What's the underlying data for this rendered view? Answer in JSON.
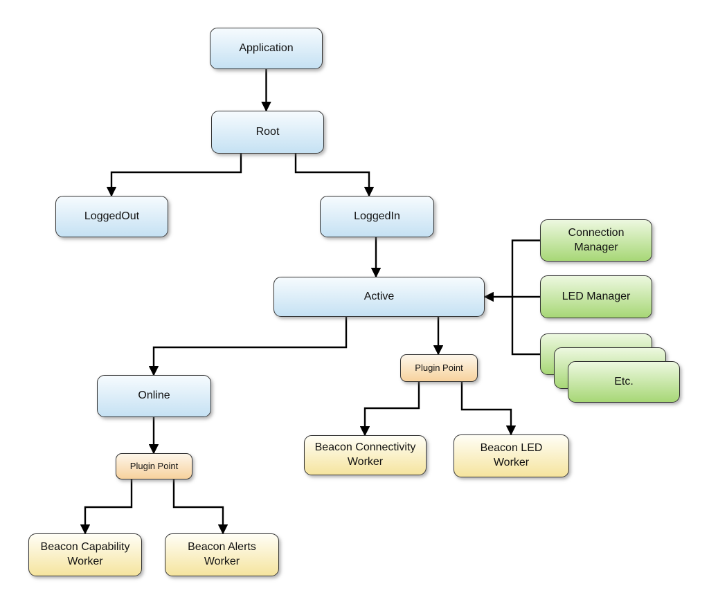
{
  "diagram": {
    "nodes": {
      "application": {
        "label": "Application",
        "type": "state"
      },
      "root": {
        "label": "Root",
        "type": "state"
      },
      "logged_out": {
        "label": "LoggedOut",
        "type": "state"
      },
      "logged_in": {
        "label": "LoggedIn",
        "type": "state"
      },
      "active": {
        "label": "Active",
        "type": "state"
      },
      "online": {
        "label": "Online",
        "type": "state"
      },
      "connection_manager": {
        "label": "Connection\nManager",
        "type": "manager"
      },
      "led_manager": {
        "label": "LED Manager",
        "type": "manager"
      },
      "etc": {
        "label": "Etc.",
        "type": "manager-stack"
      },
      "plugin_point_active": {
        "label": "Plugin Point",
        "type": "plugin"
      },
      "plugin_point_online": {
        "label": "Plugin Point",
        "type": "plugin"
      },
      "beacon_connectivity_worker": {
        "label": "Beacon Connectivity\nWorker",
        "type": "worker"
      },
      "beacon_led_worker": {
        "label": "Beacon LED\nWorker",
        "type": "worker"
      },
      "beacon_capability_worker": {
        "label": "Beacon Capability\nWorker",
        "type": "worker"
      },
      "beacon_alerts_worker": {
        "label": "Beacon Alerts\nWorker",
        "type": "worker"
      }
    },
    "edges": [
      {
        "from": "application",
        "to": "root"
      },
      {
        "from": "root",
        "to": "logged_out"
      },
      {
        "from": "root",
        "to": "logged_in"
      },
      {
        "from": "logged_in",
        "to": "active"
      },
      {
        "from": "active",
        "to": "online"
      },
      {
        "from": "active",
        "to": "plugin_point_active"
      },
      {
        "from": "connection_manager,led_manager,etc",
        "to": "active"
      },
      {
        "from": "plugin_point_active",
        "to": "beacon_connectivity_worker"
      },
      {
        "from": "plugin_point_active",
        "to": "beacon_led_worker"
      },
      {
        "from": "online",
        "to": "plugin_point_online"
      },
      {
        "from": "plugin_point_online",
        "to": "beacon_capability_worker"
      },
      {
        "from": "plugin_point_online",
        "to": "beacon_alerts_worker"
      }
    ]
  },
  "colors": {
    "background": "#ffffff",
    "state_top": "#f6fbfe",
    "state_bottom": "#c5e1f3",
    "manager_top": "#edf8e0",
    "manager_bottom": "#a7d776",
    "worker_top": "#fffef6",
    "worker_bottom": "#f5e49e",
    "plugin_top": "#fdf6ea",
    "plugin_bottom": "#f7d29d",
    "border": "#333333",
    "line": "#000000",
    "text": "#111111"
  }
}
